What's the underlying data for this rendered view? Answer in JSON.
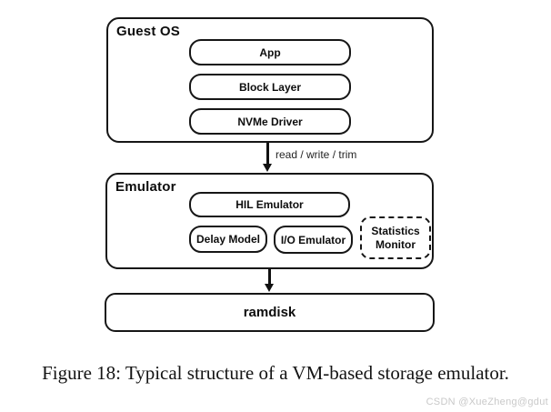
{
  "figure": {
    "caption": "Figure 18: Typical structure of a VM-based storage emulator.",
    "watermark": "CSDN @XueZheng@gdut"
  },
  "diagram": {
    "guest_os": {
      "title": "Guest OS",
      "layers": [
        "App",
        "Block Layer",
        "NVMe Driver"
      ]
    },
    "flow_label": "read / write / trim",
    "emulator": {
      "title": "Emulator",
      "hil_label": "HIL Emulator",
      "delay_label": "Delay Model",
      "io_label": "I/O Emulator",
      "stats_label": "Statistics Monitor"
    },
    "ramdisk_label": "ramdisk"
  },
  "colors": {
    "stroke": "#161616",
    "text": "#111111",
    "watermark": "#c9c9c9",
    "background": "#ffffff"
  }
}
